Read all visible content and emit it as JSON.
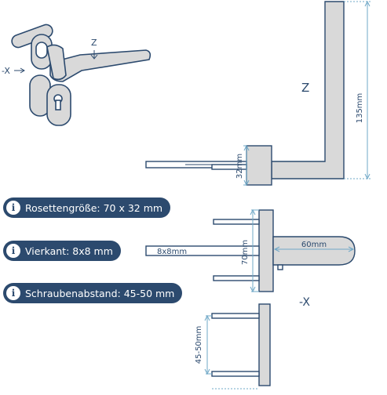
{
  "axis_labels": {
    "z_main": "Z",
    "neg_x_main": "-X",
    "z_iso": "Z",
    "neg_x_iso": "-X"
  },
  "dimensions": {
    "height_135": "135mm",
    "rosette_32": "32mm",
    "square_8x8": "8x8mm",
    "height_70": "70mm",
    "depth_60": "60mm",
    "screw_spacing": "45-50mm"
  },
  "info_pills": [
    {
      "icon": "info-icon",
      "text": "Rosettengröße: 70 x 32 mm"
    },
    {
      "icon": "info-icon",
      "text": "Vierkant: 8x8 mm"
    },
    {
      "icon": "info-icon",
      "text": "Schraubenabstand: 45-50 mm"
    }
  ],
  "colors": {
    "line": "#2c4a6e",
    "fill": "#d9d9d9",
    "dim": "#6fa8c7",
    "pill": "#2c4a6e"
  }
}
